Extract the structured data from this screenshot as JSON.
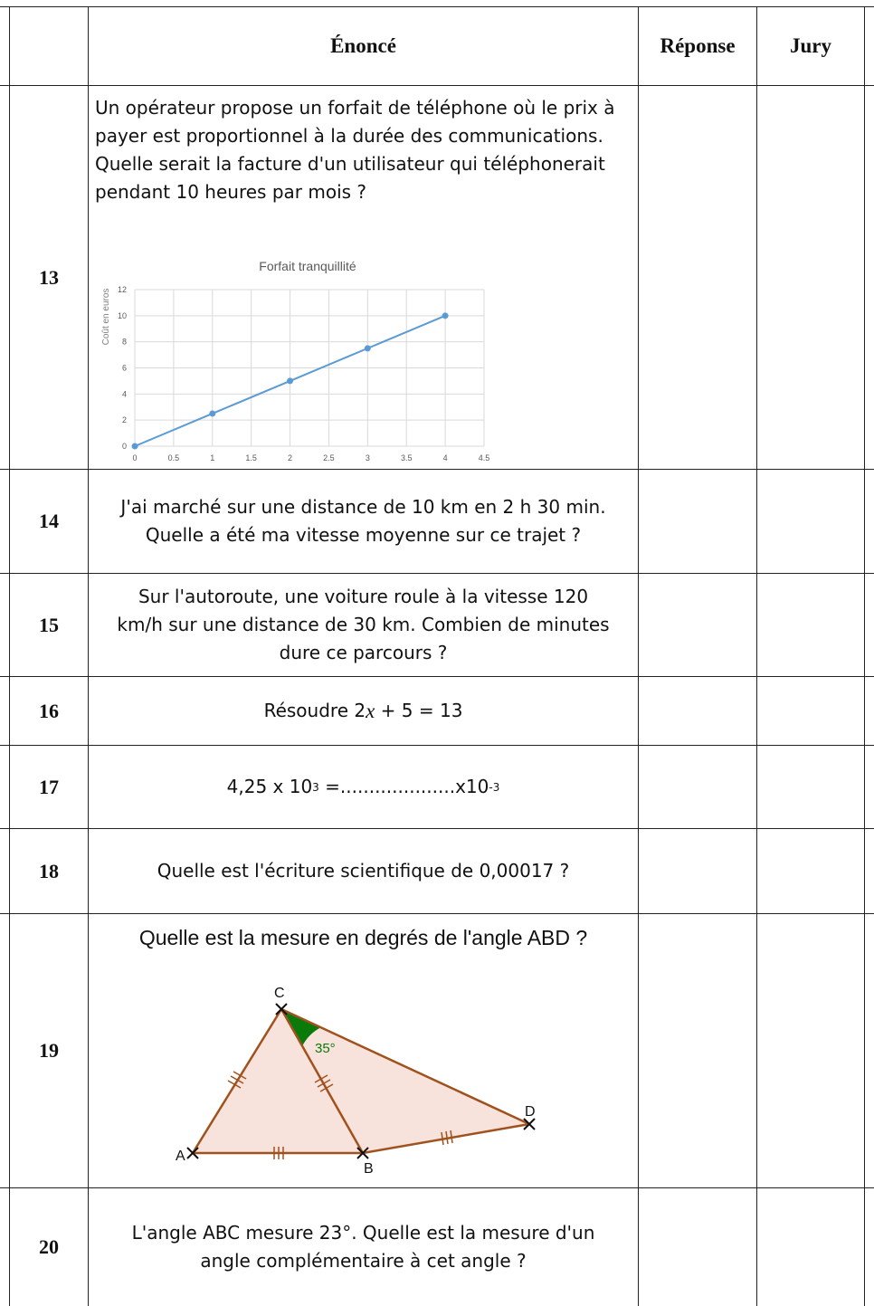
{
  "header": {
    "statement": "Énoncé",
    "answer": "Réponse",
    "jury": "Jury"
  },
  "rows": [
    {
      "number": "13",
      "text": "Un opérateur propose un forfait de téléphone où le prix à payer est proportionnel à la durée des communications. Quelle serait la facture d'un utilisateur qui téléphonerait pendant 10 heures par mois ?"
    },
    {
      "number": "14",
      "line1": "J'ai marché sur une distance de 10 km en 2 h 30 min.",
      "line2": "Quelle a été ma vitesse moyenne sur ce trajet ?"
    },
    {
      "number": "15",
      "line1": "Sur l'autoroute, une voiture roule à la vitesse 120",
      "line2": "km/h sur une distance de 30 km. Combien de minutes",
      "line3": "dure ce parcours ?"
    },
    {
      "number": "16",
      "prefix": "Résoudre 2",
      "var": "x",
      "suffix": " + 5 = 13"
    },
    {
      "number": "17",
      "a": "4,25 x 10",
      "exp1": "3",
      "b": " =....................x10",
      "exp2": "-3"
    },
    {
      "number": "18",
      "text": "Quelle est l'écriture scientifique de 0,00017 ?"
    },
    {
      "number": "19",
      "text": "Quelle est la mesure en degrés de l'angle ABD ?"
    },
    {
      "number": "20",
      "line1": "L'angle ABC mesure 23°. Quelle est la mesure d'un",
      "line2": "angle complémentaire à cet angle ?"
    }
  ],
  "chart_data": {
    "type": "line",
    "title": "Forfait tranquillité",
    "xlabel": "",
    "ylabel": "Coût en euros",
    "xlim": [
      0,
      4.5
    ],
    "ylim": [
      0,
      12
    ],
    "x_ticks": [
      0,
      0.5,
      1,
      1.5,
      2,
      2.5,
      3,
      3.5,
      4,
      4.5
    ],
    "y_ticks": [
      0,
      2,
      4,
      6,
      8,
      10,
      12
    ],
    "grid": true,
    "color": "#5b9bd5",
    "series": [
      {
        "x": [
          0,
          1,
          2,
          3,
          4
        ],
        "y": [
          0,
          2.5,
          5,
          7.5,
          10
        ]
      }
    ]
  },
  "figure": {
    "points": {
      "A": "A",
      "B": "B",
      "C": "C",
      "D": "D"
    },
    "angle_label": "35°",
    "stroke_color": "#a0521e",
    "fill_color": "#f7e3dc",
    "angle_color": "#0a7a0a"
  }
}
